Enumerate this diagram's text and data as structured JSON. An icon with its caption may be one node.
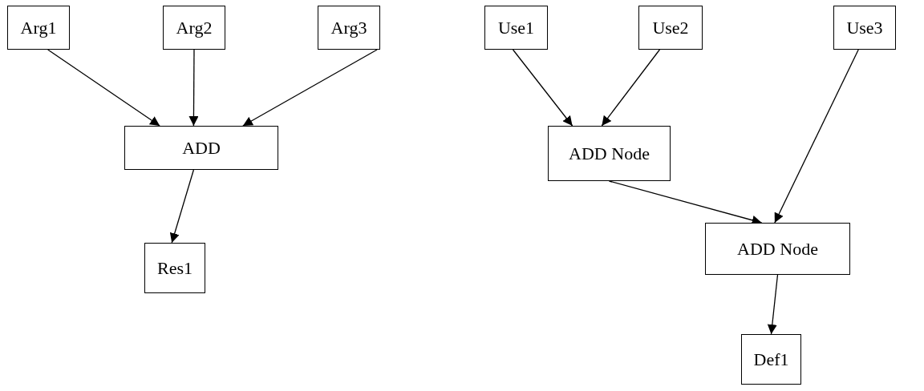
{
  "diagram": {
    "nodes": [
      {
        "text": [
          "Arg1"
        ]
      },
      {
        "text": [
          "Arg2"
        ]
      },
      {
        "text": [
          "Arg3"
        ]
      },
      {
        "text": [
          "ADD"
        ]
      },
      {
        "text": [
          "Res1"
        ]
      },
      {
        "text": [
          "Use1"
        ]
      },
      {
        "text": [
          "Use2"
        ]
      },
      {
        "text": [
          "Use3"
        ]
      },
      {
        "text": [
          "ADD Node"
        ]
      },
      {
        "text": [
          "ADD Node"
        ]
      },
      {
        "text": [
          "Def1"
        ]
      }
    ],
    "edges": [
      {
        "from": 0,
        "to": 3,
        "arrow": "to"
      },
      {
        "from": 1,
        "to": 3,
        "arrow": "to"
      },
      {
        "from": 2,
        "to": 3,
        "arrow": "to"
      },
      {
        "from": 3,
        "to": 4,
        "arrow": "to"
      },
      {
        "from": 5,
        "to": 8,
        "arrow": "to"
      },
      {
        "from": 6,
        "to": 8,
        "arrow": "to"
      },
      {
        "from": 8,
        "to": 9,
        "arrow": "to"
      },
      {
        "from": 7,
        "to": 9,
        "arrow": "to"
      },
      {
        "from": 9,
        "to": 10,
        "arrow": "to"
      }
    ]
  }
}
